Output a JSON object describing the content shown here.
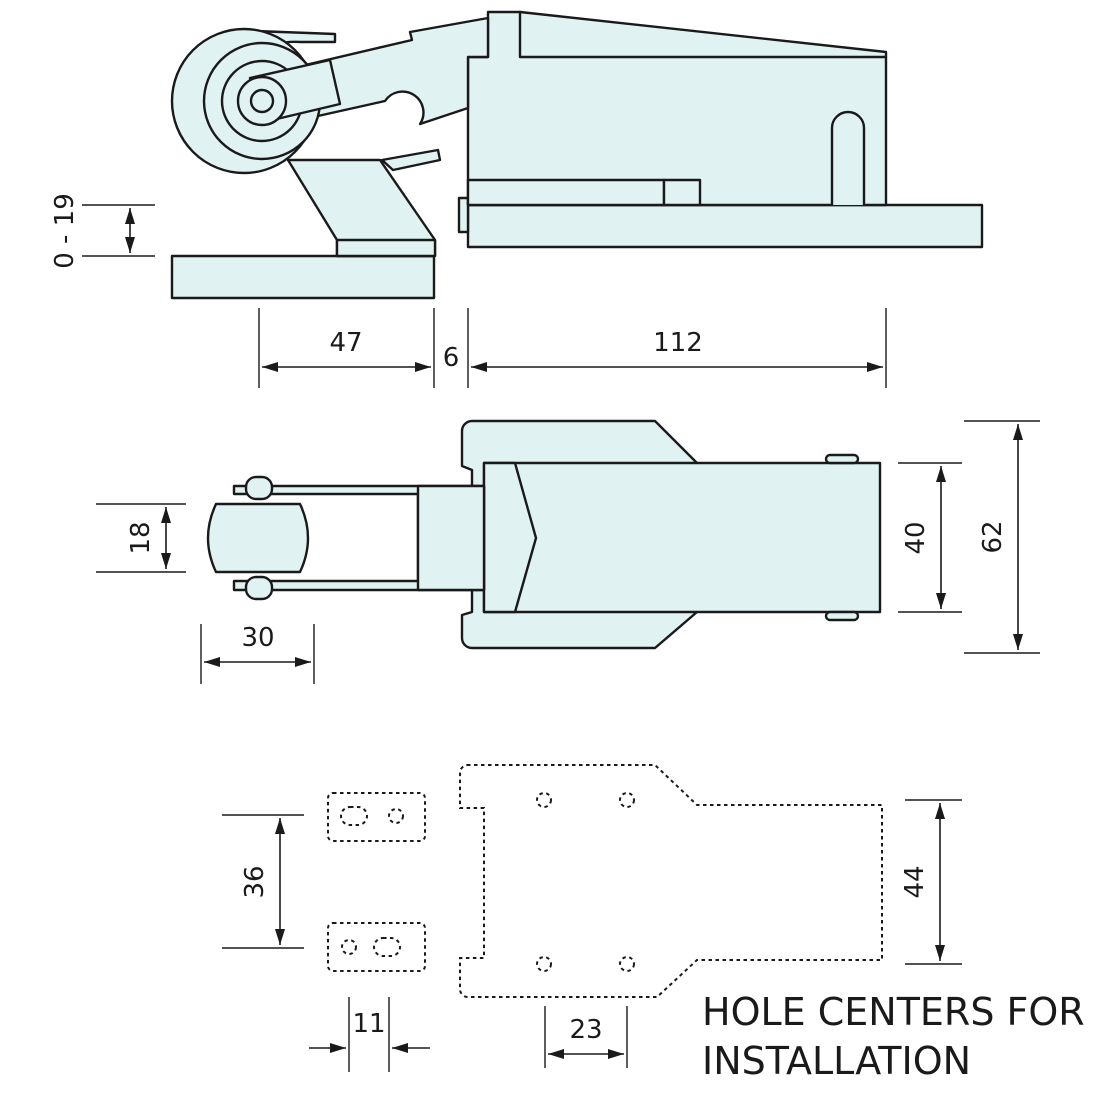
{
  "dimensions": {
    "adjust_range": "0 - 19",
    "roller_offset": "47",
    "gap": "6",
    "body_length": "112",
    "roller_width": "18",
    "roller_length": "30",
    "body_width": "40",
    "overall_width": "62",
    "strike_hole_spacing": "36",
    "strike_slot_width": "11",
    "body_hole_width": "44",
    "body_hole_spacing": "23"
  },
  "note": {
    "line1": "HOLE CENTERS FOR",
    "line2": "INSTALLATION"
  },
  "colors": {
    "part_fill": "#e1f2f3",
    "outline": "#1a1a1a"
  }
}
